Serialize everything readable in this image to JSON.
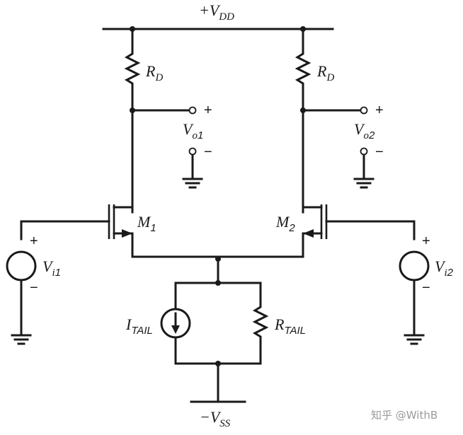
{
  "labels": {
    "vdd": {
      "main": "+V",
      "sub": "DD"
    },
    "vss": {
      "main": "−V",
      "sub": "SS"
    },
    "rd_left": {
      "main": "R",
      "sub": "D"
    },
    "rd_right": {
      "main": "R",
      "sub": "D"
    },
    "vo1": {
      "main": "V",
      "sub1": "o",
      "sub2": "1"
    },
    "vo2": {
      "main": "V",
      "sub1": "o",
      "sub2": "2"
    },
    "m1": {
      "main": "M",
      "sub": "1"
    },
    "m2": {
      "main": "M",
      "sub": "2"
    },
    "vi1": {
      "main": "V",
      "sub1": "i",
      "sub2": "1"
    },
    "vi2": {
      "main": "V",
      "sub1": "i",
      "sub2": "2"
    },
    "itail": {
      "main": "I",
      "sub": "TAIL"
    },
    "rtail": {
      "main": "R",
      "sub": "TAIL"
    },
    "plus": "+",
    "minus": "−"
  },
  "watermark": "知乎 @WithB"
}
